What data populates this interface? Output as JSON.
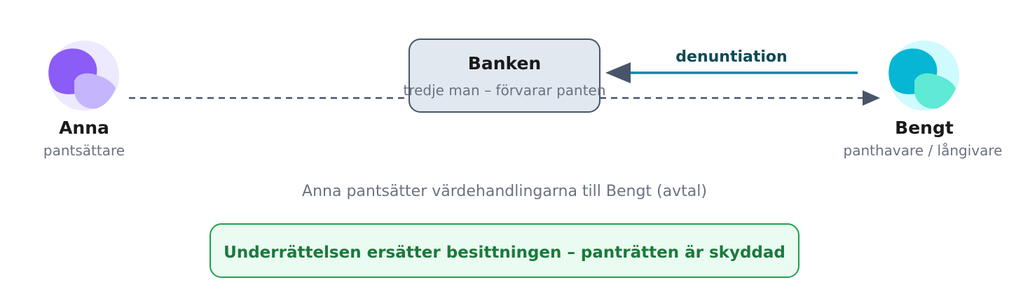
{
  "nodes": {
    "anna": {
      "name": "Anna",
      "role": "pantsättare"
    },
    "bank": {
      "name": "Banken",
      "role": "tredje man – förvarar panten"
    },
    "bengt": {
      "name": "Bengt",
      "role": "panthavare / långivare"
    }
  },
  "edges": {
    "denuntiation": {
      "label": "denuntiation"
    }
  },
  "caption": "Anna pantsätter värdehandlingarna till Bengt (avtal)",
  "note": "Underrättelsen ersätter besittningen – panträtten är skyddad",
  "colors": {
    "anna_bg": "#ede9fe",
    "anna_head": "#8b5cf6",
    "anna_body": "#c4b5fd",
    "bengt_bg": "#cffafe",
    "bengt_head": "#06b6d4",
    "bengt_body": "#5eead4",
    "bank_fill": "#e2e8f0",
    "bank_stroke": "#475569",
    "denuntiation_arrow": "#1186a6",
    "arrowhead": "#475569",
    "dashed_line": "#475569",
    "note_fill": "#eafbf1",
    "note_stroke": "#22a050",
    "note_text": "#1a7a3c"
  },
  "icons": {
    "anna": "person-avatar-icon",
    "bengt": "person-avatar-icon"
  }
}
